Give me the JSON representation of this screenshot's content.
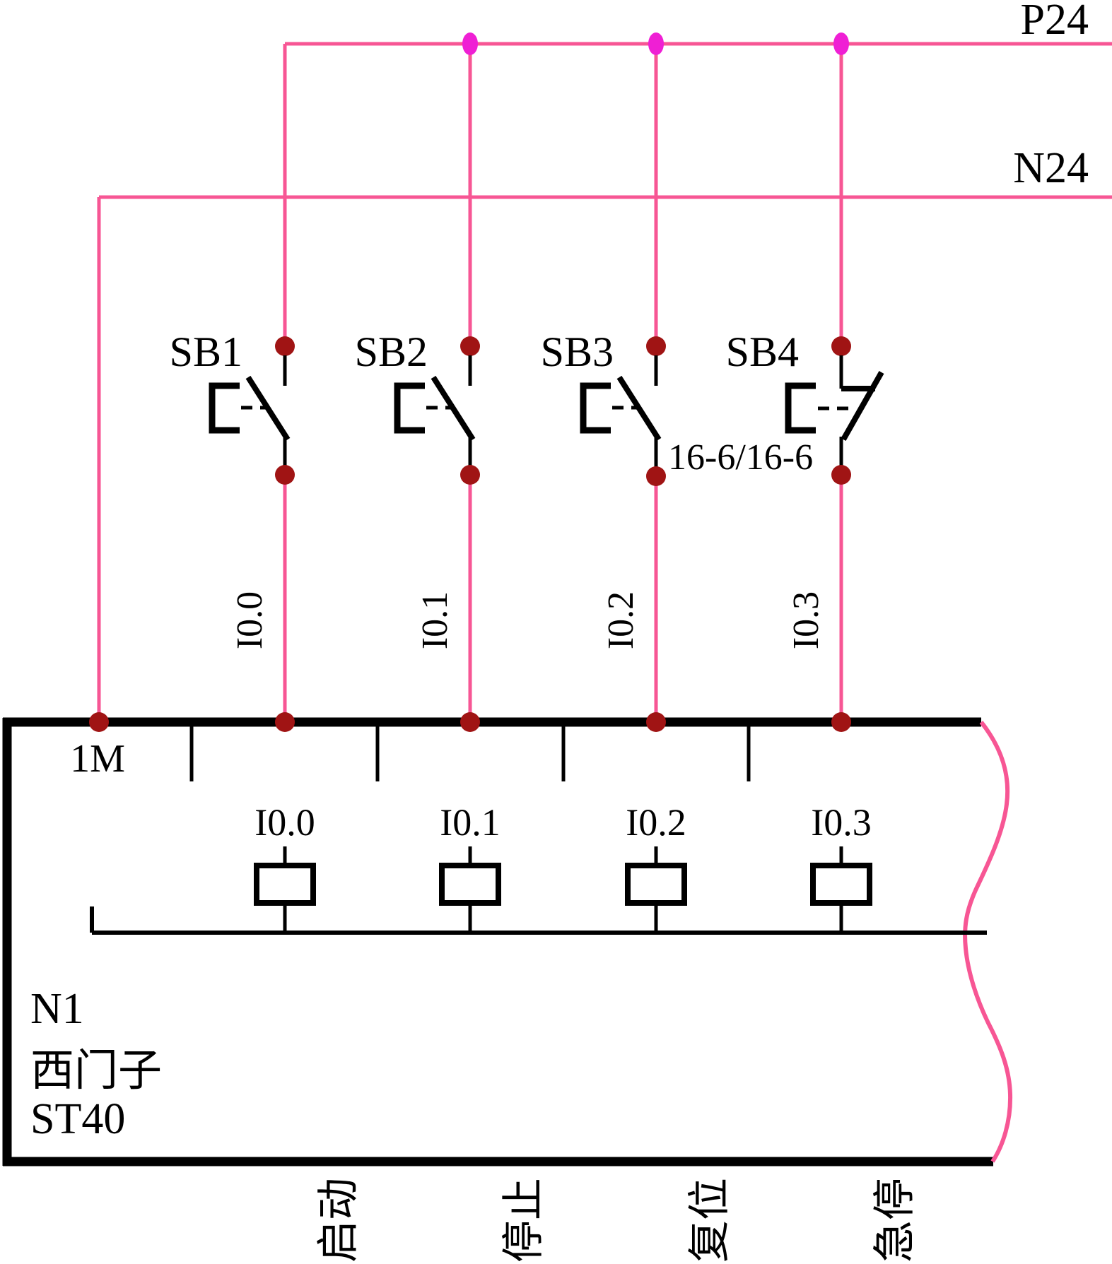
{
  "rails": {
    "positive": "P24",
    "negative": "N24"
  },
  "buttons": [
    {
      "label": "SB1",
      "function": "启动",
      "contact_type": "NO"
    },
    {
      "label": "SB2",
      "function": "停止",
      "contact_type": "NO"
    },
    {
      "label": "SB3",
      "function": "复位",
      "contact_type": "NO"
    },
    {
      "label": "SB4",
      "function": "急停",
      "contact_type": "NC"
    }
  ],
  "cross_reference": "16-6/16-6",
  "input_labels": [
    "I0.0",
    "I0.1",
    "I0.2",
    "I0.3"
  ],
  "plc": {
    "common_terminal": "1M",
    "designator": "N1",
    "brand": "西门子",
    "model": "ST40"
  },
  "colors": {
    "wire_pink": "#f75694",
    "rail_junction_magenta": "#ef1fd4",
    "contact_junction_dark_red": "#a01414",
    "line_black": "#000000",
    "background": "#ffffff"
  }
}
